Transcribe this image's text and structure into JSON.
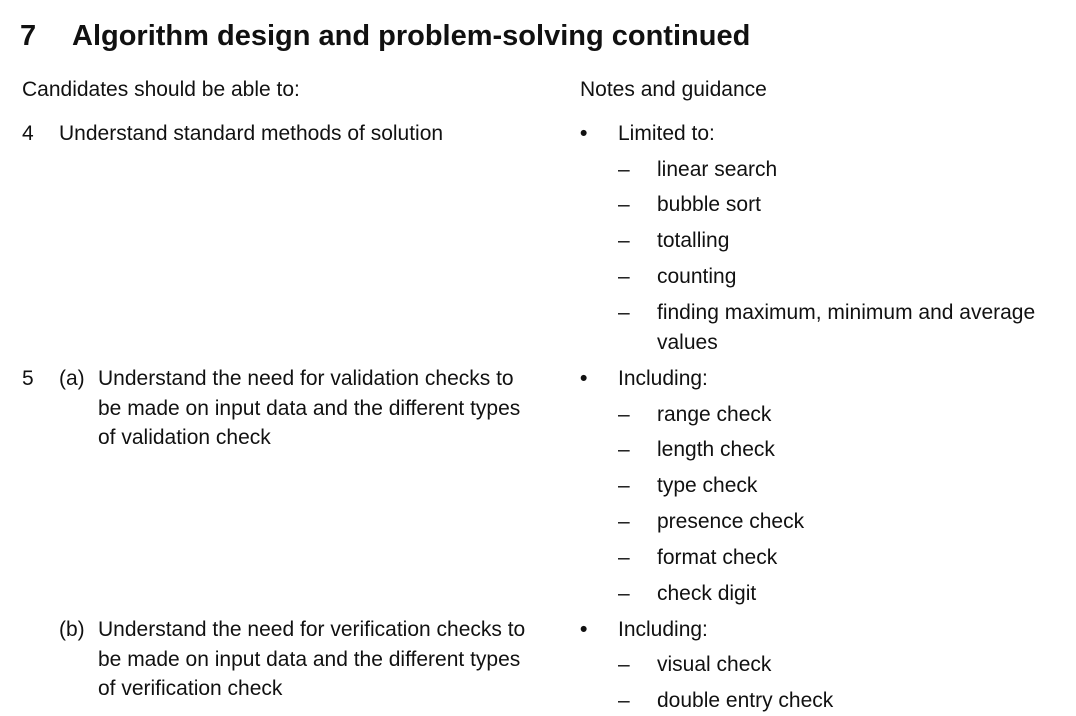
{
  "section": {
    "number": "7",
    "title": "Algorithm design and problem-solving continued"
  },
  "headers": {
    "left": "Candidates should be able to:",
    "right": "Notes and guidance"
  },
  "items": [
    {
      "number": "4",
      "text": "Understand standard methods of solution",
      "bullet": "•",
      "bullet_label": "Limited to:",
      "dash": "–",
      "subitems": [
        "linear search",
        "bubble sort",
        "totalling",
        "counting",
        "finding maximum, minimum and average values"
      ]
    },
    {
      "number": "5",
      "letter": "(a)",
      "text": "Understand the need for validation checks to be made on input data and the different types of validation check",
      "bullet": "•",
      "bullet_label": "Including:",
      "dash": "–",
      "subitems": [
        "range check",
        "length check",
        "type check",
        "presence check",
        "format check",
        "check digit"
      ]
    },
    {
      "letter": "(b)",
      "text": "Understand the need for verification checks to be made on input data and the different types of verification check",
      "bullet": "•",
      "bullet_label": "Including:",
      "dash": "–",
      "subitems": [
        "visual check",
        "double entry check"
      ]
    }
  ]
}
